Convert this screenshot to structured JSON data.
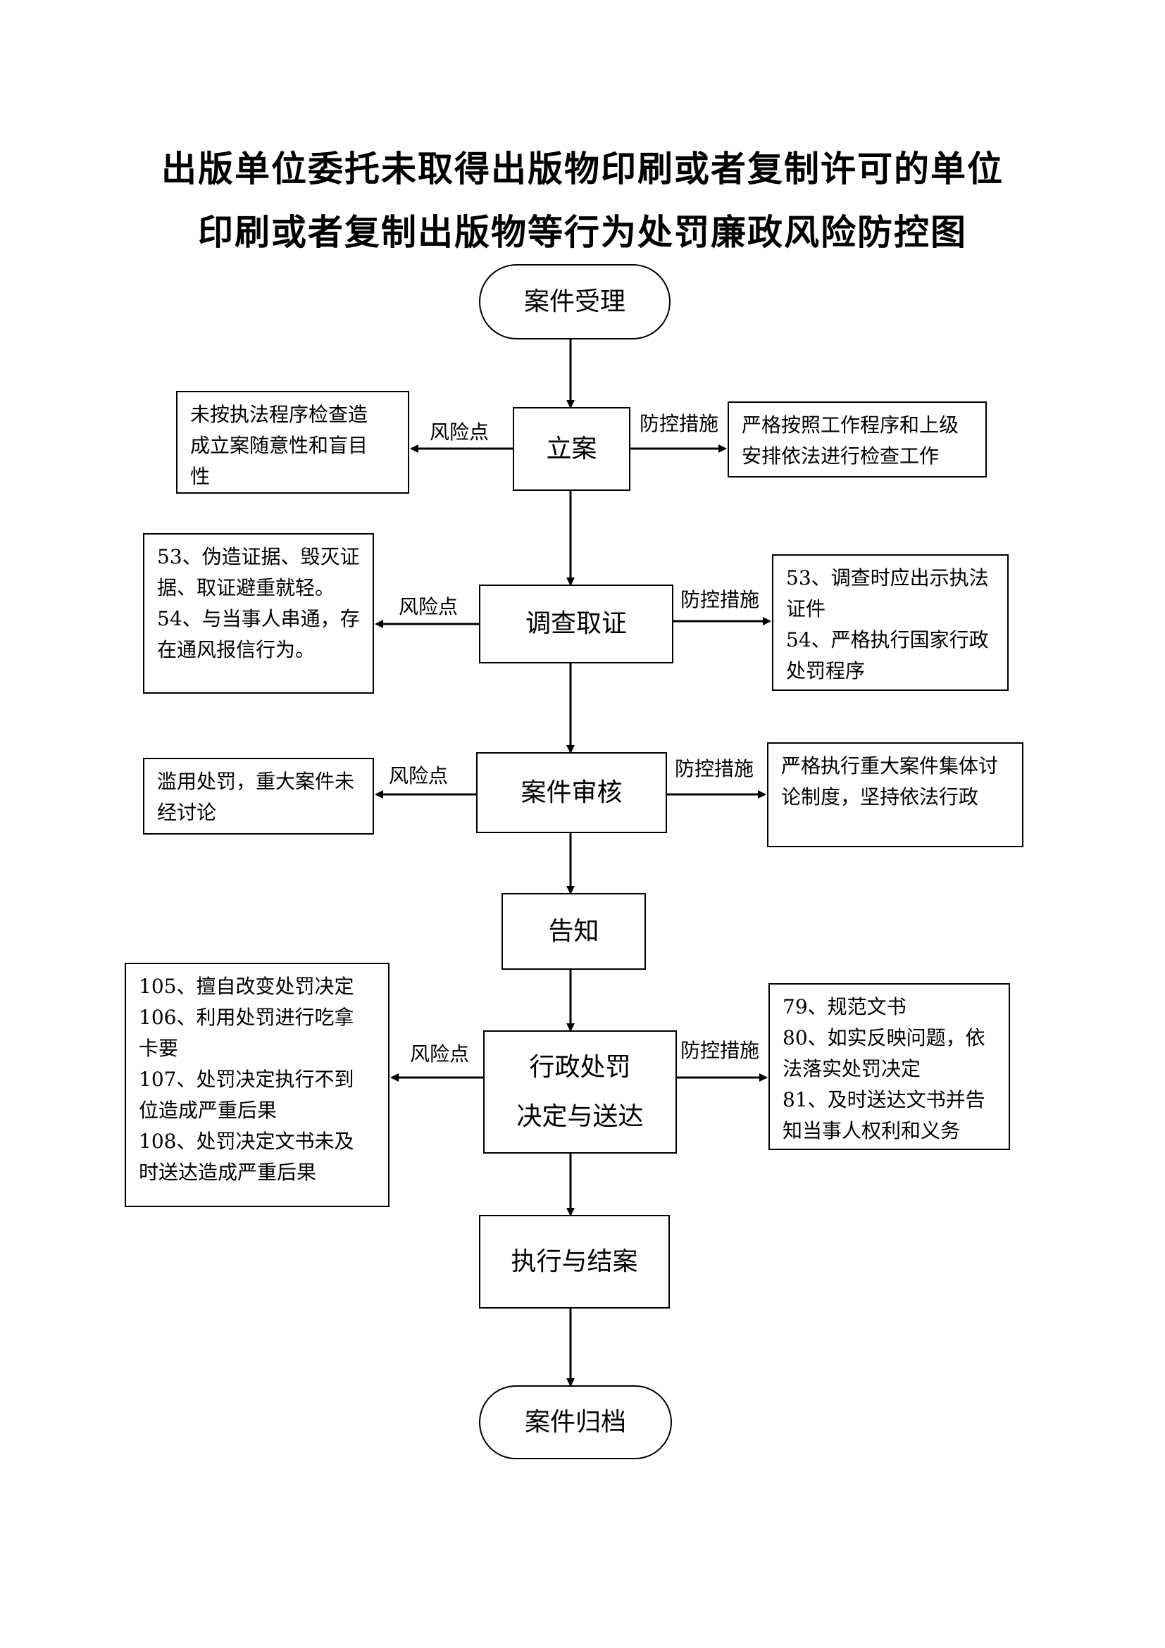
{
  "title": {
    "line1": "出版单位委托未取得出版物印刷或者复制许可的单位",
    "line2": "印刷或者复制出版物等行为处罚廉政风险防控图"
  },
  "flow": {
    "start": "案件受理",
    "step_lian": "立案",
    "step_diaocha": "调查取证",
    "step_shenhe": "案件审核",
    "step_gaozhi": "告知",
    "step_chufa_line1": "行政处罚",
    "step_chufa_line2": "决定与送达",
    "step_zhixing": "执行与结案",
    "end": "案件归档"
  },
  "labels": {
    "risk": "风险点",
    "control": "防控措施"
  },
  "risks": {
    "lian": [
      "未按执法程序检查造",
      "成立案随意性和盲目",
      "性"
    ],
    "diaocha": [
      "53、伪造证据、毁灭证",
      "据、取证避重就轻。",
      "54、与当事人串通，存",
      "在通风报信行为。"
    ],
    "shenhe": [
      "滥用处罚，重大案件未",
      "经讨论"
    ],
    "chufa": [
      "105、擅自改变处罚决定",
      "106、利用处罚进行吃拿",
      "卡要",
      "107、处罚决定执行不到",
      "位造成严重后果",
      "108、处罚决定文书未及",
      "时送达造成严重后果"
    ]
  },
  "controls": {
    "lian": [
      "严格按照工作程序和上级",
      "安排依法进行检查工作"
    ],
    "diaocha": [
      "53、调查时应出示执法",
      "证件",
      "54、严格执行国家行政",
      "处罚程序"
    ],
    "shenhe": [
      "严格执行重大案件集体讨",
      "论制度，坚持依法行政"
    ],
    "chufa": [
      "79、规范文书",
      "80、如实反映问题，依",
      "法落实处罚决定",
      "81、及时送达文书并告",
      "知当事人权利和义务"
    ]
  }
}
